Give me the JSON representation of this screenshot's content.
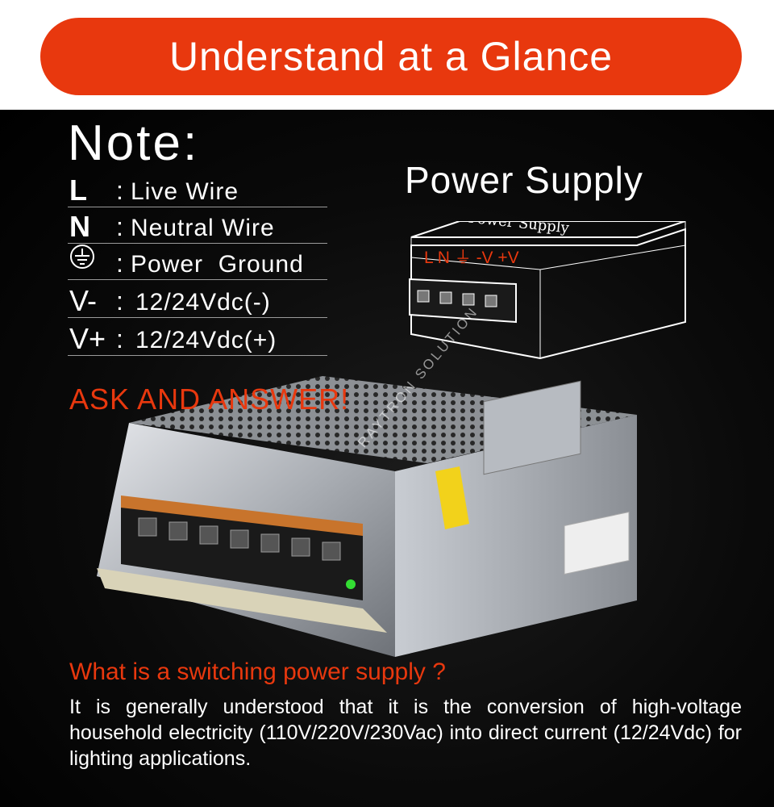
{
  "banner": {
    "title": "Understand at a Glance"
  },
  "note": {
    "title": "Note:",
    "rows": [
      {
        "symbol": "L",
        "colon": ":",
        "desc": "Live Wire"
      },
      {
        "symbol": "N",
        "colon": ":",
        "desc": "Neutral Wire"
      },
      {
        "symbol": "ground-symbol-icon",
        "colon": ":",
        "desc": "Power  Ground"
      },
      {
        "symbol": "V-",
        "colon": ":",
        "desc": "12/24Vdc(-)"
      },
      {
        "symbol": "V+",
        "colon": ":",
        "desc": "12/24Vdc(+)"
      }
    ]
  },
  "power_supply": {
    "title": "Power Supply",
    "terminal_labels": "L N ⏚ -V +V",
    "top_text": "Power Supply"
  },
  "ask": {
    "title": "ASK AND ANSWER!"
  },
  "watermark": "RAYTRON SOLUTION",
  "faq": {
    "question": "What is a switching power supply ?",
    "answer": "It is generally understood that it is the conversion of high-voltage household electricity (110V/220V/230Vac) into direct current (12/24Vdc) for lighting applications."
  },
  "colors": {
    "accent": "#e8380e",
    "background": "#000000",
    "text": "#ffffff"
  }
}
